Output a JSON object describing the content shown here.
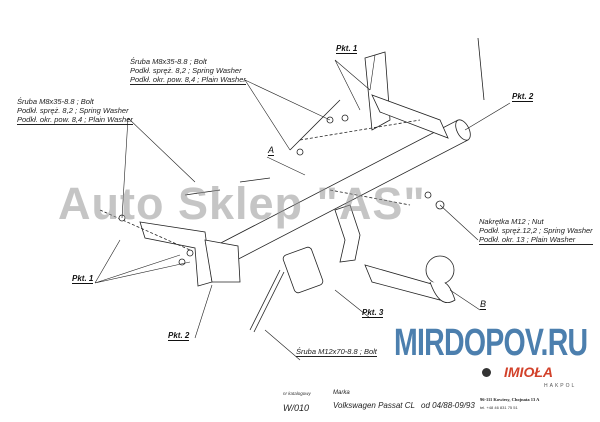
{
  "labels": {
    "bolt_top": [
      "Śruba M8x35-8.8 ;  Bolt",
      "Podkł. spręż. 8,2 ; Spring Washer",
      "Podkł. okr. pow.  8,4 ; Plain Washer"
    ],
    "bolt_left": [
      "Śruba M8x35-8.8 ;  Bolt",
      "Podkł. spręż. 8,2 ; Spring Washer",
      "Podkł. okr. pow.  8,4 ; Plain Washer"
    ],
    "nut_right": [
      "Nakrętka  M12 ; Nut",
      "Podkł. spręż.12,2 ; Spring Washer",
      "Podkł. okr. 13 ; Plain Washer"
    ],
    "bolt_m12": "Śruba M12x70-8.8 ;  Bolt"
  },
  "points": {
    "pkt1_top": "Pkt. 1",
    "pkt2_right": "Pkt. 2",
    "pkt1_left": "Pkt. 1",
    "pkt2_bottom": "Pkt. 2",
    "pkt3": "Pkt. 3",
    "a": "A",
    "b": "B"
  },
  "footer": {
    "catalog_label": "nr katalogowy",
    "catalog_no": "W/010",
    "make_label": "Marka",
    "vehicle": "Volkswagen Passat CL",
    "years": "od  04/88-09/93",
    "address": "96-111 Kowiesy, Chojnata 13 A",
    "phone": "tel. +48 46 831 75 51",
    "logo": "IMIOŁA",
    "logo_sub": "HAKPOL"
  },
  "watermarks": {
    "shop": "Auto Sklep \"AS\"",
    "site": "MIRDOPOV.RU"
  },
  "colors": {
    "logo": "#d2412a",
    "site_watermark": "#4c7fae"
  }
}
